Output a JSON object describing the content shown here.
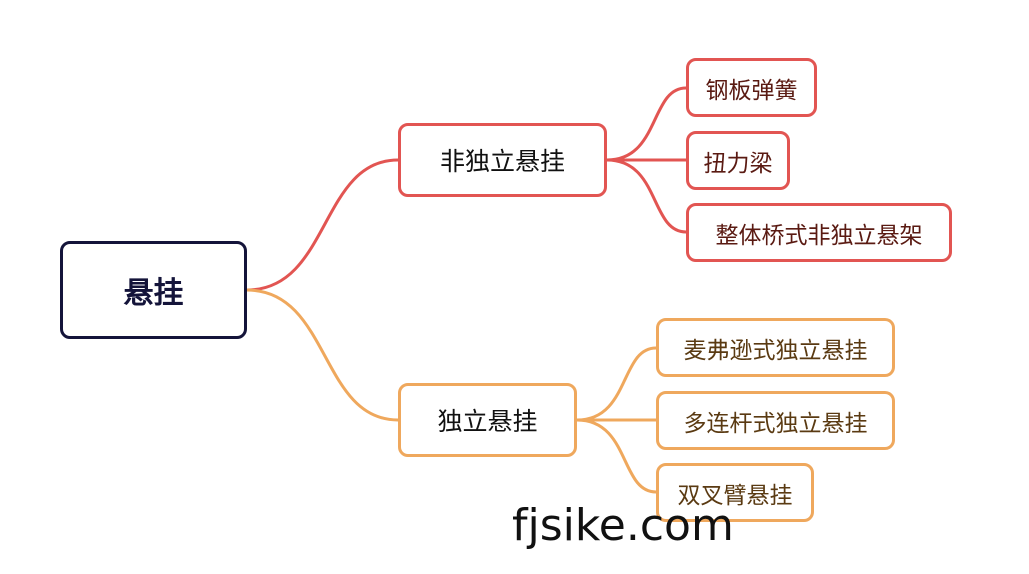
{
  "root": {
    "label": "悬挂"
  },
  "branches": [
    {
      "label": "非独立悬挂",
      "color": "#e25552",
      "children": [
        "钢板弹簧",
        "扭力梁",
        "整体桥式非独立悬架"
      ]
    },
    {
      "label": "独立悬挂",
      "color": "#efa85d",
      "children": [
        "麦弗逊式独立悬挂",
        "多连杆式独立悬挂",
        "双叉臂悬挂"
      ]
    }
  ],
  "watermark": "fjsike.com"
}
